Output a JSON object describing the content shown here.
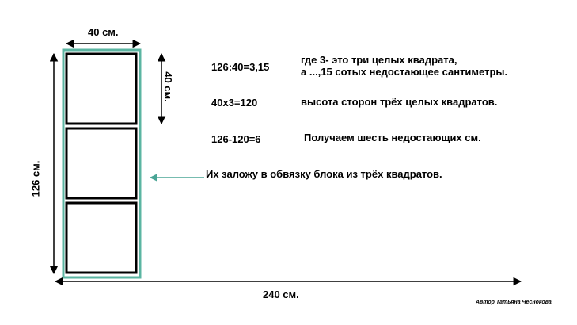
{
  "dimensions": {
    "top_width": "40 см.",
    "square_side": "40 см.",
    "total_height": "126 см.",
    "bottom_width": "240 см."
  },
  "calculations": [
    {
      "formula": "126:40=3,15",
      "note_lines": [
        "где 3- это три целых квадрата,",
        "а ...,15 сотых недостающее сантиметры."
      ]
    },
    {
      "formula": "40x3=120",
      "note_lines": [
        "высота сторон трёх целых квадратов."
      ]
    },
    {
      "formula": "126-120=6",
      "note_lines": [
        "Получаем шесть недостающих см."
      ]
    }
  ],
  "pointer_note": "Их заложу в обвязку блока из трёх квадратов.",
  "author": "Автор Татьяна Чеснокова",
  "colors": {
    "frame": "#5bb5a2",
    "arrow": "#4aa595",
    "line": "#000000"
  }
}
